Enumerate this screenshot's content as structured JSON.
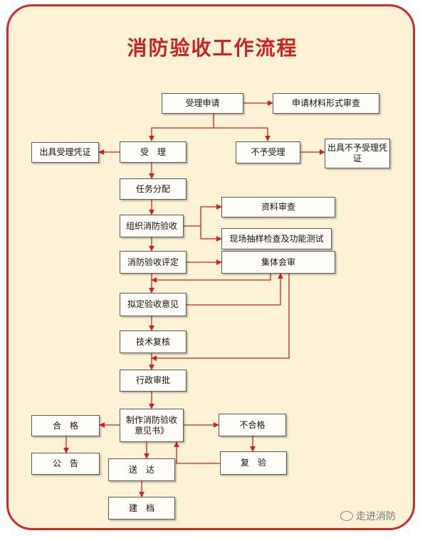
{
  "title": "消防验收工作流程",
  "nodes": {
    "apply": "受理申请",
    "formal_review": "申请材料形式审查",
    "issue_accept_cert": "出具受理凭证",
    "accept": "受　理",
    "reject": "不予受理",
    "issue_reject_cert": "出具不予受理凭证",
    "assign": "任务分配",
    "organize": "组织消防验收",
    "doc_review": "资料审查",
    "onsite_test": "现场抽样检查及功能测试",
    "evaluate": "消防验收评定",
    "collective_review": "集体会审",
    "draft_opinion": "拟定验收意见",
    "tech_review": "技术复核",
    "admin_approval": "行政审批",
    "make_opinion": "制作消防验收意见书》",
    "qualified": "合　格",
    "announce": "公　告",
    "unqualified": "不合格",
    "deliver": "送　达",
    "recheck": "复　验",
    "archive": "建　档"
  },
  "watermark": "走进消防",
  "colors": {
    "accent": "#d0201f",
    "background": "#fcf3d7",
    "box_border": "#5a5a5a"
  }
}
